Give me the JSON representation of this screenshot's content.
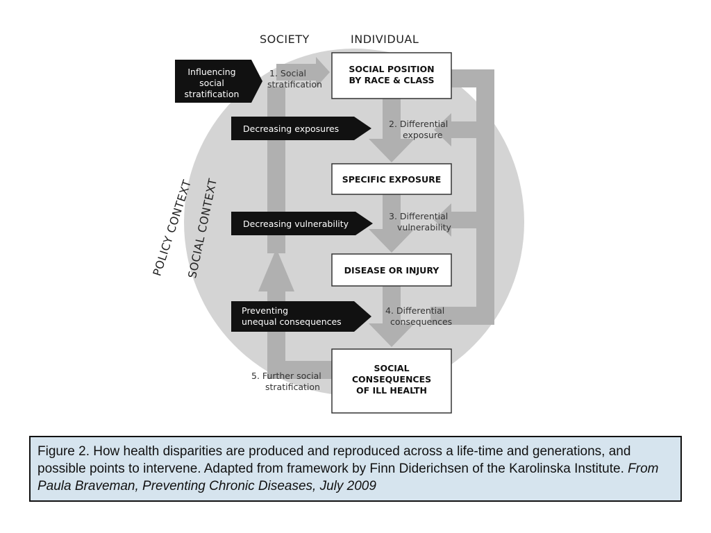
{
  "headers": {
    "society": "SOCIETY",
    "individual": "INDIVIDUAL"
  },
  "contexts": {
    "policy": "POLICY CONTEXT",
    "social": "SOCIAL CONTEXT"
  },
  "boxes": {
    "social_position": [
      "SOCIAL POSITION",
      "BY RACE & CLASS"
    ],
    "specific_exposure": [
      "SPECIFIC EXPOSURE"
    ],
    "disease_injury": [
      "DISEASE OR INJURY"
    ],
    "social_consequences": [
      "SOCIAL",
      "CONSEQUENCES",
      "OF ILL HEALTH"
    ]
  },
  "steps": {
    "s1": [
      "1. Social",
      "stratification"
    ],
    "s2": [
      "2. Differential",
      "exposure"
    ],
    "s3": [
      "3. Differential",
      "vulnerability"
    ],
    "s4": [
      "4. Differential",
      "consequences"
    ],
    "s5": [
      "5. Further social",
      "stratification"
    ]
  },
  "interventions": {
    "influencing": [
      "Influencing",
      "social",
      "stratification"
    ],
    "decreasing_exposures": [
      "Decreasing exposures"
    ],
    "decreasing_vulnerability": [
      "Decreasing vulnerability"
    ],
    "preventing": [
      "Preventing",
      "unequal consequences"
    ]
  },
  "caption": {
    "text": "Figure 2.  How health disparities are produced and reproduced across a life-time and generations, and possible points to intervene.  Adapted from framework by Finn Diderichsen of the Karolinska Institute. ",
    "source": "From Paula Braveman, Preventing Chronic Diseases, July 2009"
  },
  "colors": {
    "circle": "#d4d4d4",
    "arrow": "#b0b0b0",
    "tag": "#111111",
    "caption_bg": "#d6e4ee"
  }
}
